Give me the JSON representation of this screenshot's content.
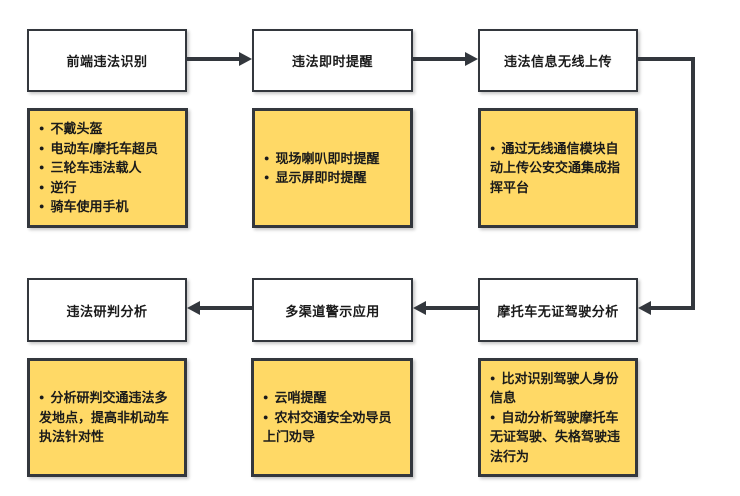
{
  "bullet_char": "●",
  "colors": {
    "note_fill": "#FFD966",
    "box_fill": "#ffffff",
    "border": "#33373d",
    "arrow": "#33373d",
    "text": "#1a1a1a",
    "background": "#ffffff"
  },
  "flow": {
    "top_row": [
      {
        "title": "前端违法识别",
        "bullets": [
          "不戴头盔",
          "电动车/摩托车超员",
          "三轮车违法载人",
          "逆行",
          "骑车使用手机"
        ]
      },
      {
        "title": "违法即时提醒",
        "bullets": [
          "现场喇叭即时提醒",
          "显示屏即时提醒"
        ]
      },
      {
        "title": "违法信息无线上传",
        "bullets": [
          "通过无线通信模块自动上传公安交通集成指挥平台"
        ]
      }
    ],
    "bottom_row": [
      {
        "title": "违法研判分析",
        "bullets": [
          "分析研判交通违法多发地点，提高非机动车执法针对性"
        ]
      },
      {
        "title": "多渠道警示应用",
        "bullets": [
          "云哨提醒",
          "农村交通安全劝导员上门劝导"
        ]
      },
      {
        "title": "摩托车无证驾驶分析",
        "bullets": [
          "比对识别驾驶人身份信息",
          "自动分析驾驶摩托车无证驾驶、失格驾驶违法行为"
        ]
      }
    ]
  }
}
